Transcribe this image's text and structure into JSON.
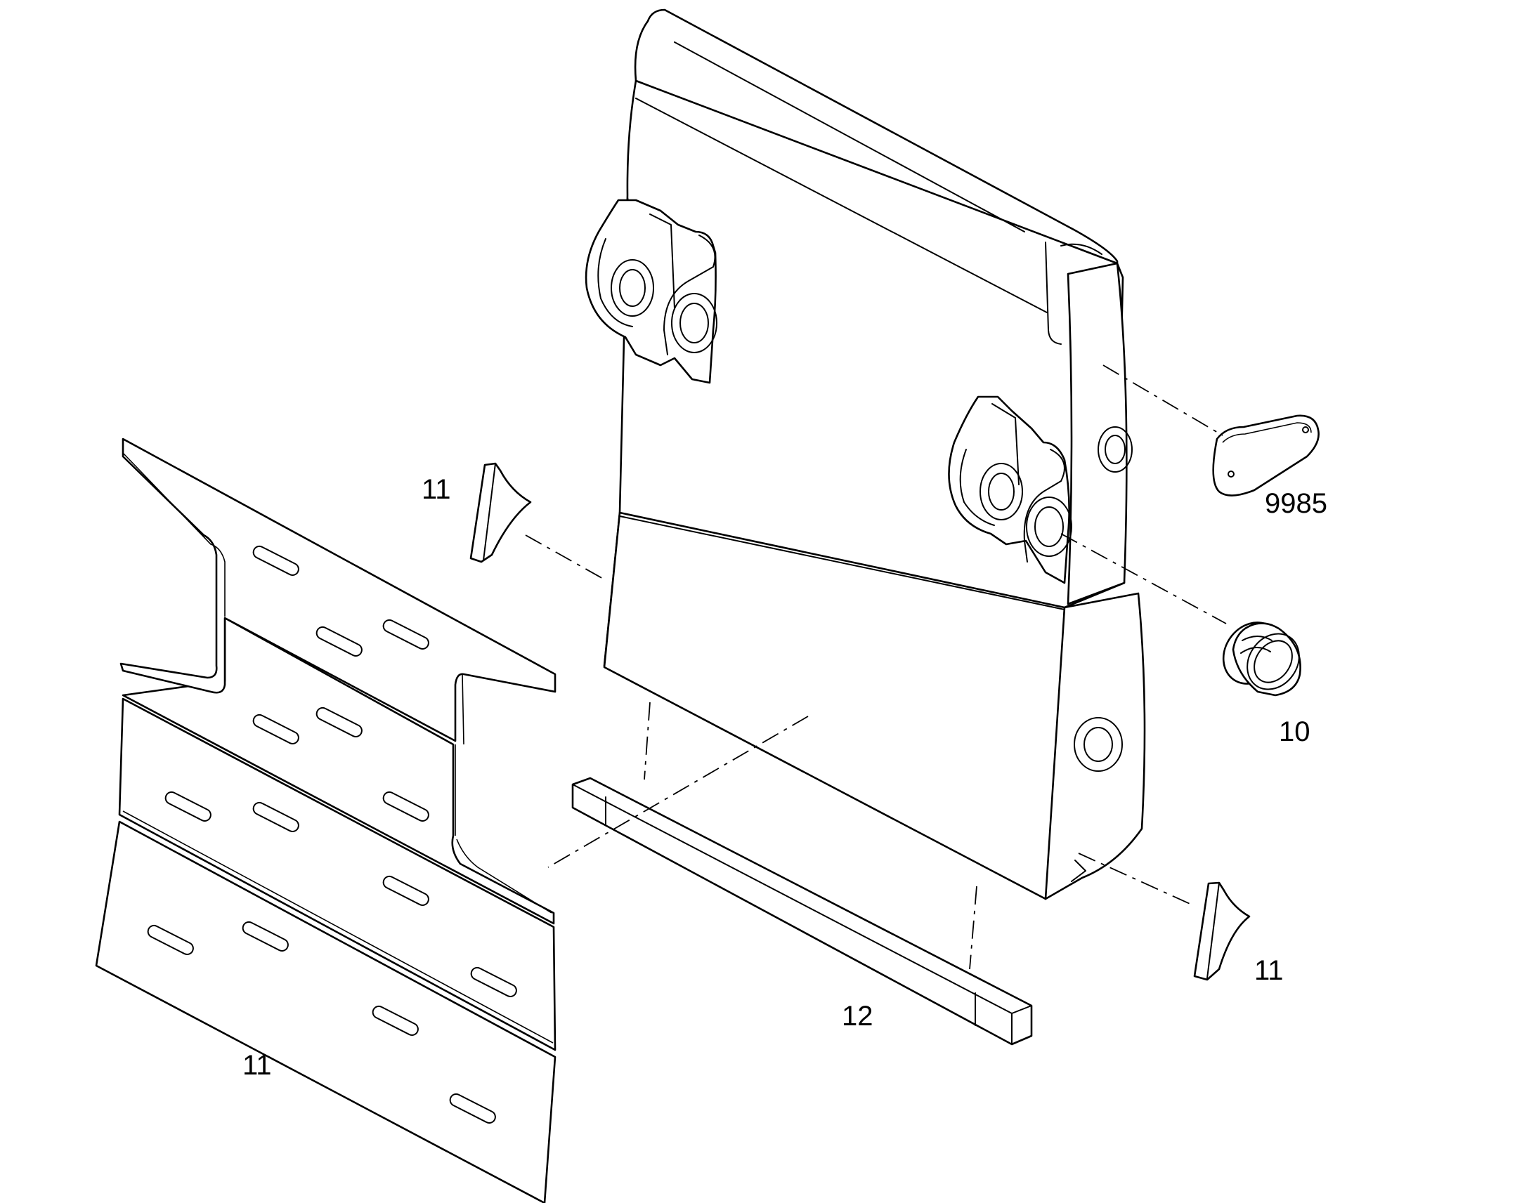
{
  "callouts": {
    "plate_right": "9985",
    "bushing": "10",
    "wedge_upper_left": "11",
    "wear_plates": "11",
    "wedge_lower_right": "11",
    "bar": "12"
  },
  "colors": {
    "line": "#000000",
    "background": "#ffffff"
  }
}
